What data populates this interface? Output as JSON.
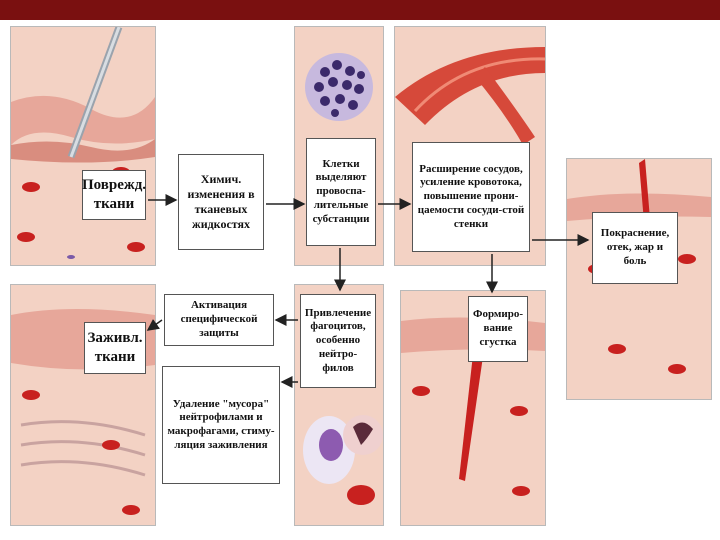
{
  "labels": {
    "injury": "Поврежд. ткани",
    "chem_changes": "Химич. изменения в тканевых жидкостях",
    "cells_release": "Клетки выделяют провоспа-лительные субстанции",
    "vasodilation": "Расширение сосудов, усиление кровотока, повышение прони-цаемости сосуди-стой стенки",
    "redness": "Покраснение, отек, жар и боль",
    "phagocytes": "Привлечение фагоцитов, особенно нейтро-филов",
    "clot": "Формиро-вание сгустка",
    "specific_defense": "Активация специфической защиты",
    "debris_removal": "Удаление \"мусора\" нейтрофилами и макрофагами, стиму-ляция заживления",
    "healed": "Заживл. ткани"
  },
  "colors": {
    "top_bar": "#7a1010",
    "tissue": "#f3d2c4",
    "skin_layer": "#e7a79a",
    "blood_cell": "#c8211f",
    "vessel": "#d6493a",
    "arrow": "#222222"
  }
}
